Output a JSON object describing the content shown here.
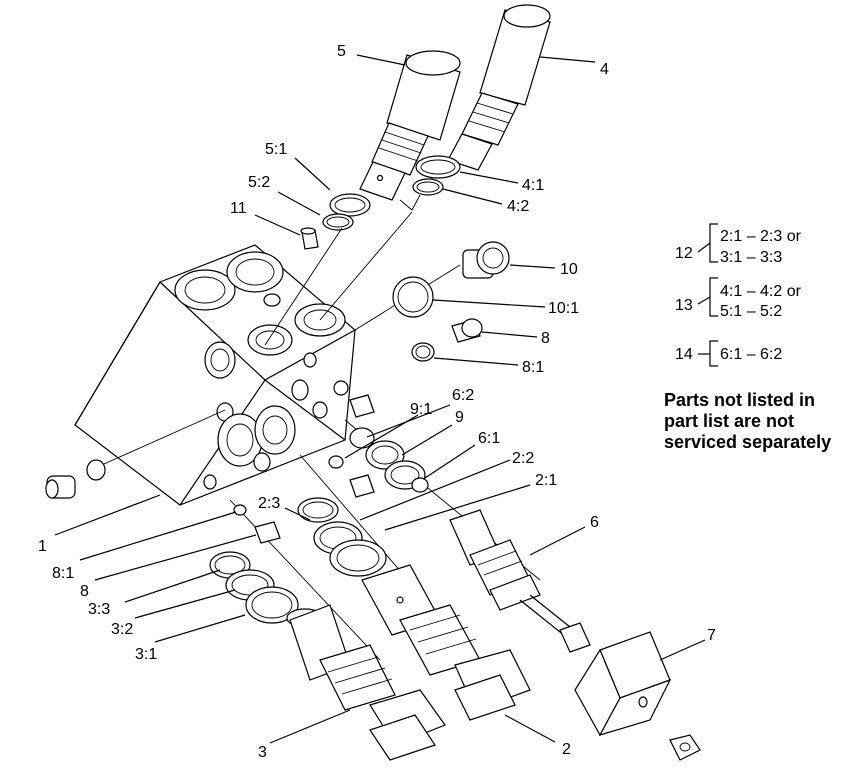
{
  "callouts": {
    "c1": "1",
    "c2": "2",
    "c2_1": "2:1",
    "c2_2": "2:2",
    "c2_3": "2:3",
    "c3": "3",
    "c3_1": "3:1",
    "c3_2": "3:2",
    "c3_3": "3:3",
    "c4": "4",
    "c4_1": "4:1",
    "c4_2": "4:2",
    "c5": "5",
    "c5_1": "5:1",
    "c5_2": "5:2",
    "c6": "6",
    "c6_1": "6:1",
    "c6_2": "6:2",
    "c7": "7",
    "c8": "8",
    "c8_1": "8:1",
    "c8b": "8",
    "c8_1b": "8:1",
    "c9": "9",
    "c9_1": "9:1",
    "c10": "10",
    "c10_1": "10:1",
    "c11": "11"
  },
  "kits": [
    {
      "number": "12",
      "line1": "2:1 – 2:3 or",
      "line2": "3:1 – 3:3"
    },
    {
      "number": "13",
      "line1": "4:1 – 4:2 or",
      "line2": "5:1 – 5:2"
    },
    {
      "number": "14",
      "line1": "6:1 – 6:2"
    }
  ],
  "note": {
    "line1": "Parts not listed in",
    "line2": "part list are not",
    "line3": "serviced separately"
  }
}
